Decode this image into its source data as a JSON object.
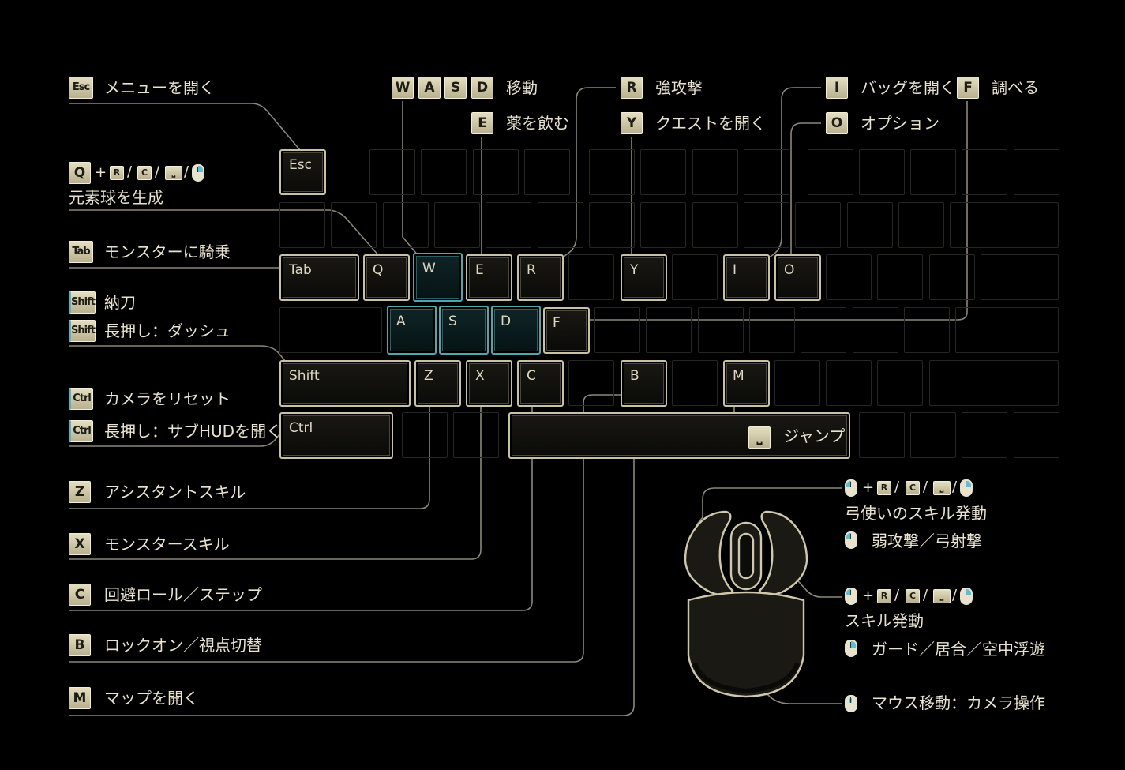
{
  "theme": {
    "accent": "#4fa6ad",
    "key_border": "#c9c1a4",
    "background": "#000000",
    "text": "#e8e2cf"
  },
  "keys": {
    "esc": "Esc",
    "tab": "Tab",
    "q": "Q",
    "w": "W",
    "e": "E",
    "r": "R",
    "y": "Y",
    "i": "I",
    "o": "O",
    "a": "A",
    "s": "S",
    "d": "D",
    "f": "F",
    "shift": "Shift",
    "z": "Z",
    "x": "X",
    "c": "C",
    "b": "B",
    "m": "M",
    "ctrl": "Ctrl"
  },
  "badges": {
    "esc": "Esc",
    "q": "Q",
    "tab": "Tab",
    "shift": "Shift",
    "ctrl": "Ctrl",
    "z": "Z",
    "x": "X",
    "c": "C",
    "b": "B",
    "m": "M",
    "w": "W",
    "a": "A",
    "s": "S",
    "d": "D",
    "e": "E",
    "r": "R",
    "y": "Y",
    "i": "I",
    "o": "O",
    "f": "F",
    "r_small": "R",
    "c_small": "C",
    "plus": "+",
    "slash": "/"
  },
  "labels": {
    "esc": "メニューを開く",
    "q": "元素球を生成",
    "tab": "モンスターに騎乗",
    "shift_tap": "納刀",
    "shift_hold": "長押し：ダッシュ",
    "ctrl_tap": "カメラをリセット",
    "ctrl_hold": "長押し：サブHUDを開く",
    "z": "アシスタントスキル",
    "x": "モンスタースキル",
    "c": "回避ロール／ステップ",
    "b": "ロックオン／視点切替",
    "m": "マップを開く",
    "wasd": "移動",
    "e": "薬を飲む",
    "r": "強攻撃",
    "y": "クエストを開く",
    "i": "バッグを開く",
    "f": "調べる",
    "o": "オプション",
    "space": "ジャンプ",
    "mouse_left_combo": "弓使いのスキル発動",
    "mouse_left": "弱攻撃／弓射撃",
    "mouse_right_combo": "スキル発動",
    "mouse_right": "ガード／居合／空中浮遊",
    "mouse_move": "マウス移動：カメラ操作"
  }
}
